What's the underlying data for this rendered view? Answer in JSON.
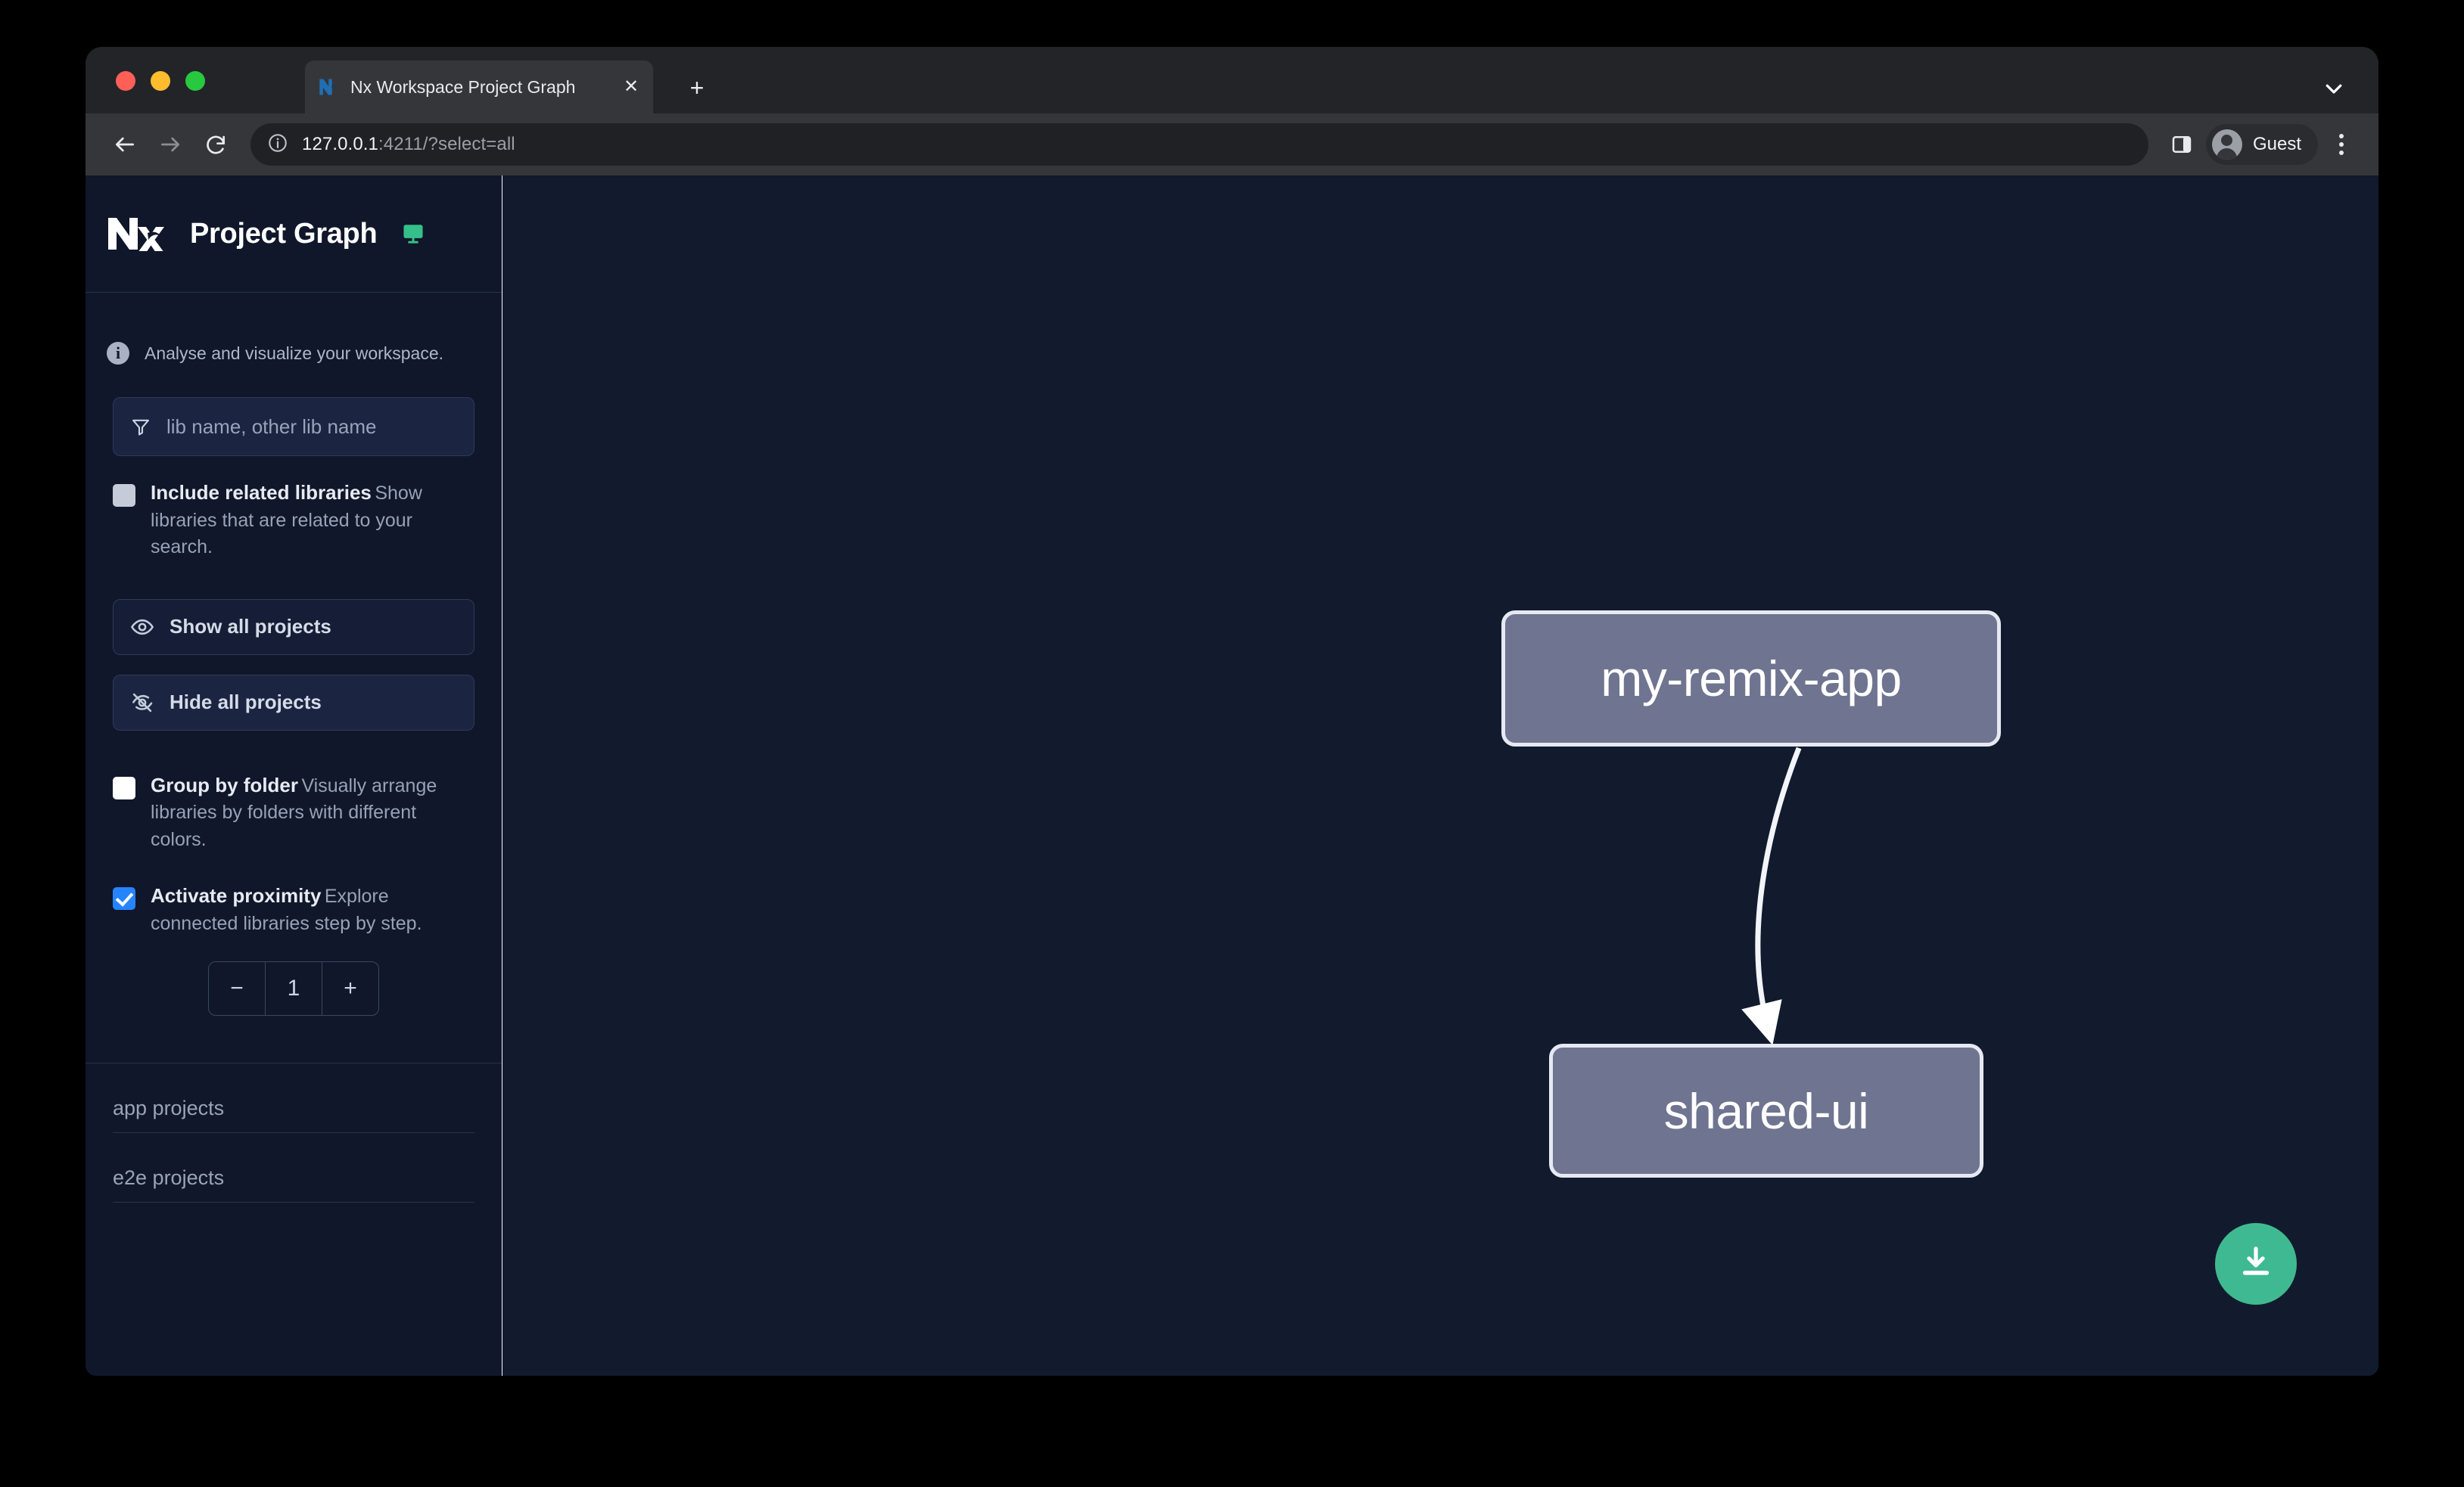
{
  "browser": {
    "tab": {
      "title": "Nx Workspace Project Graph",
      "favicon": "nx-favicon-icon",
      "close_label": "✕"
    },
    "new_tab_label": "+",
    "omnibox": {
      "host": "127.0.0.1",
      "path": ":4211/?select=all",
      "full_url": "127.0.0.1:4211/?select=all"
    },
    "profile": {
      "name": "Guest"
    }
  },
  "sidebar": {
    "title": "Project Graph",
    "hint": "Analyse and visualize your workspace.",
    "filter": {
      "placeholder": "lib name, other lib name",
      "value": ""
    },
    "options": [
      {
        "label": "Include related libraries",
        "desc": "Show libraries that are related to your search.",
        "state": "filled"
      },
      {
        "label": "Group by folder",
        "desc": "Visually arrange libraries by folders with different colors.",
        "state": "empty"
      },
      {
        "label": "Activate proximity",
        "desc": "Explore connected libraries step by step.",
        "state": "checked"
      }
    ],
    "buttons": {
      "show_all": "Show all projects",
      "hide_all": "Hide all projects"
    },
    "proximity": {
      "decrement": "−",
      "value": "1",
      "increment": "+"
    },
    "sections": [
      {
        "label": "app projects"
      },
      {
        "label": "e2e projects"
      }
    ]
  },
  "graph": {
    "nodes": [
      {
        "id": "my-remix-app",
        "label": "my-remix-app"
      },
      {
        "id": "shared-ui",
        "label": "shared-ui"
      }
    ],
    "edges": [
      {
        "from": "my-remix-app",
        "to": "shared-ui"
      }
    ],
    "download_button_label": "download-icon"
  },
  "colors": {
    "accent_green": "#3fb992",
    "checkbox_blue": "#2684ff",
    "node_fill": "#6f7490",
    "node_border": "#e6e9f2",
    "canvas_bg": "#121a2e",
    "sidebar_bg": "#10172a"
  }
}
